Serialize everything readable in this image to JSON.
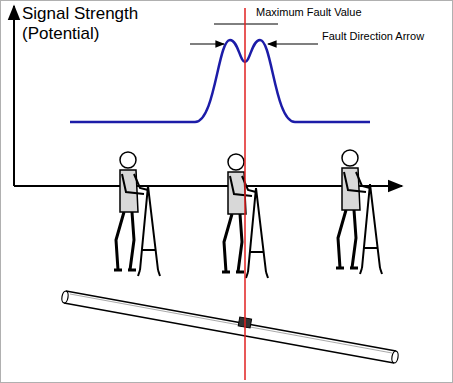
{
  "diagram": {
    "labels": [
      "Signal Strength (Potential)",
      "Maximum Fault Value",
      "Fault Direction Arrow"
    ]
  }
}
